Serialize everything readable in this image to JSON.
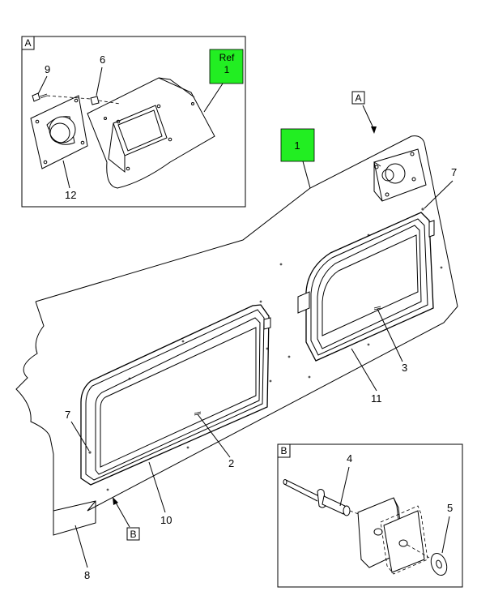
{
  "callouts": {
    "main_part": "1",
    "ref_line1": "Ref",
    "ref_line2": "1",
    "p2": "2",
    "p3": "3",
    "p4": "4",
    "p5": "5",
    "p6": "6",
    "p7a": "7",
    "p7b": "7",
    "p8": "8",
    "p9": "9",
    "p10": "10",
    "p11": "11",
    "p12": "12"
  },
  "views": {
    "detail_a_tag": "A",
    "detail_b_tag": "B",
    "pointer_a_tag": "A",
    "pointer_b_tag": "B"
  },
  "colors": {
    "highlight": "#22ee22",
    "line": "#000000"
  }
}
